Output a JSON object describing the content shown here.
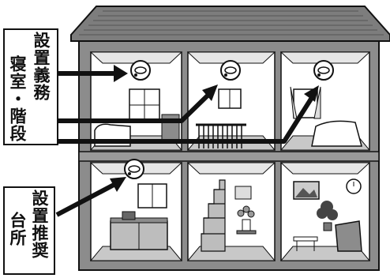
{
  "labels": {
    "mandatory": {
      "title": "設置義務",
      "rooms": "寝室・階段"
    },
    "recommended": {
      "title": "設置推奨",
      "rooms": "台所"
    }
  },
  "icons": [
    "smoke-detector-icon"
  ],
  "colors": {
    "line": "#111111",
    "wall": "#8c8c8c",
    "roof": "#7d7d7d",
    "interior": "#d9d9d9",
    "floor": "#bdbdbd"
  }
}
